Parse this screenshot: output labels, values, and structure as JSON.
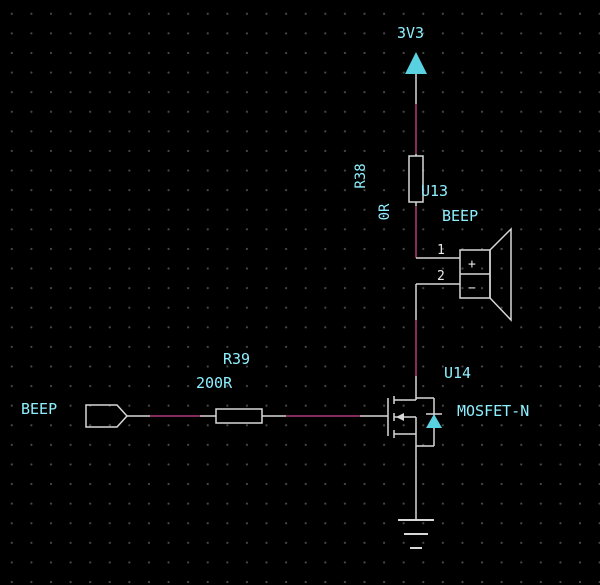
{
  "colors": {
    "background": "#000000",
    "wire": "#d8d8d8",
    "net_highlight": "#b23a7a",
    "symbol": "#d8d8d8",
    "text": "#8ef0ff",
    "power_flag": "#5ad1e0"
  },
  "power": {
    "label": "3V3"
  },
  "r38": {
    "designator": "R38",
    "value": "0R"
  },
  "u13": {
    "designator": "U13",
    "value": "BEEP",
    "pin1": "1",
    "pin2": "2",
    "plus": "+",
    "minus": "−"
  },
  "r39": {
    "designator": "R39",
    "value": "200R"
  },
  "u14": {
    "designator": "U14",
    "value": "MOSFET-N"
  },
  "port": {
    "label": "BEEP"
  }
}
